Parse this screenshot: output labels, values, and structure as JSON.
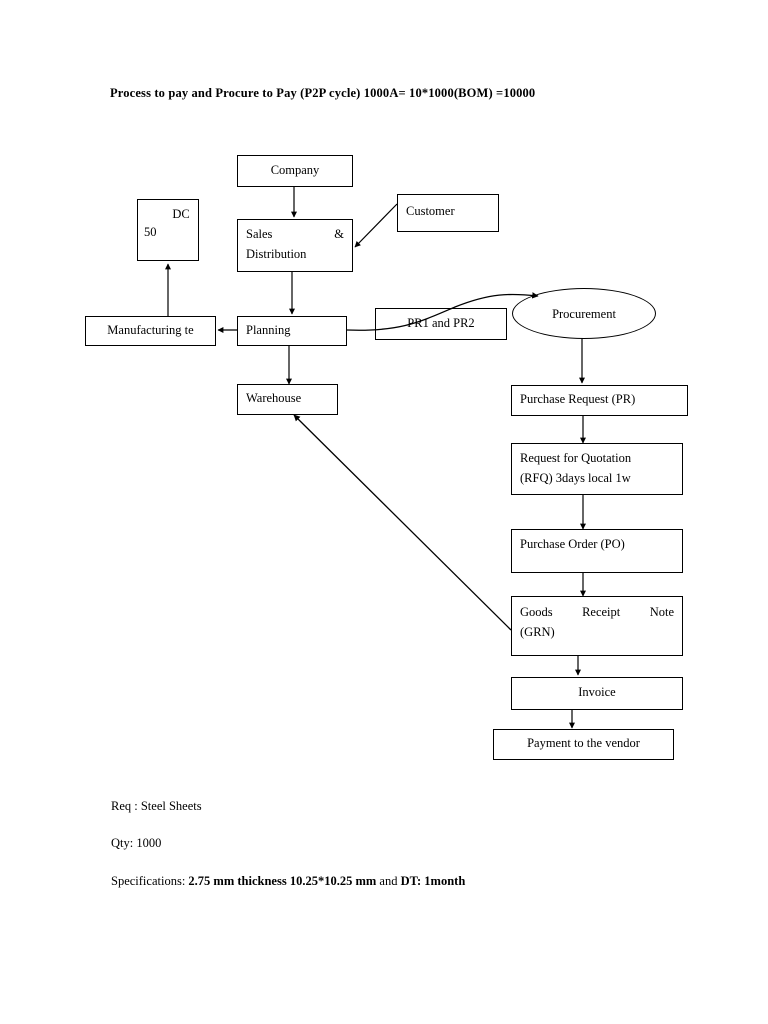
{
  "document": {
    "title": "Process to pay and Procure to Pay (P2P cycle) 1000A= 10*1000(BOM) =10000"
  },
  "diagram": {
    "type": "flowchart",
    "nodes": {
      "company": {
        "label": "Company"
      },
      "dc": {
        "label_line1": "DC",
        "label_line2": "50"
      },
      "sales_distribution": {
        "label_line1": "Sales",
        "label_line1b": "&",
        "label_line2": "Distribution"
      },
      "customer": {
        "label": "Customer"
      },
      "manufacturing": {
        "label": "Manufacturing te"
      },
      "planning": {
        "label": "Planning"
      },
      "pr1_pr2": {
        "label": "PR1 and PR2"
      },
      "procurement": {
        "label": "Procurement"
      },
      "warehouse": {
        "label": "Warehouse"
      },
      "purchase_request": {
        "label": "Purchase Request (PR)"
      },
      "rfq": {
        "label_line1": "Request for Quotation",
        "label_line2": "(RFQ) 3days local 1w"
      },
      "purchase_order": {
        "label": "Purchase Order (PO)"
      },
      "grn": {
        "label_line1a": "Goods",
        "label_line1b": "Receipt",
        "label_line1c": "Note",
        "label_line2": "(GRN)"
      },
      "invoice": {
        "label": "Invoice"
      },
      "payment": {
        "label": "Payment to the vendor"
      }
    },
    "edges": [
      {
        "from": "company",
        "to": "sales_distribution",
        "style": "straight-arrow"
      },
      {
        "from": "customer",
        "to": "sales_distribution",
        "style": "diagonal-arrow"
      },
      {
        "from": "sales_distribution",
        "to": "planning",
        "style": "straight-arrow"
      },
      {
        "from": "planning",
        "to": "manufacturing",
        "style": "straight-arrow"
      },
      {
        "from": "manufacturing",
        "to": "dc",
        "style": "straight-arrow"
      },
      {
        "from": "planning",
        "to": "warehouse",
        "style": "straight-arrow"
      },
      {
        "from": "planning",
        "to": "procurement",
        "style": "curved-arrow"
      },
      {
        "from": "procurement",
        "to": "purchase_request",
        "style": "straight-arrow"
      },
      {
        "from": "purchase_request",
        "to": "rfq",
        "style": "straight-arrow"
      },
      {
        "from": "rfq",
        "to": "purchase_order",
        "style": "straight-arrow"
      },
      {
        "from": "purchase_order",
        "to": "grn",
        "style": "straight-arrow"
      },
      {
        "from": "grn",
        "to": "warehouse",
        "style": "diagonal-arrow"
      },
      {
        "from": "grn",
        "to": "invoice",
        "style": "straight-arrow"
      },
      {
        "from": "invoice",
        "to": "payment",
        "style": "straight-arrow"
      }
    ]
  },
  "footer": {
    "requirement_label": "Req : Steel Sheets",
    "qty_label": "Qty: 1000",
    "spec_prefix": "Specifications: ",
    "spec_bold_1": "2.75 mm thickness 10.25*10.25 mm",
    "spec_mid": " and ",
    "spec_bold_2": "DT: 1month"
  },
  "colors": {
    "stroke": "#000000",
    "background": "#ffffff",
    "text": "#000000"
  }
}
